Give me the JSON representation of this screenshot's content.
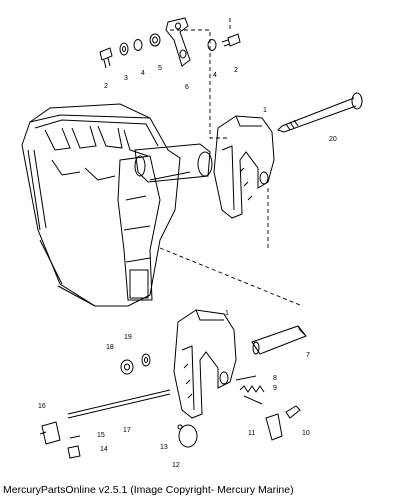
{
  "callouts": {
    "c1a": "1",
    "c1b": "1",
    "c2a": "2",
    "c2b": "2",
    "c3": "3",
    "c4a": "4",
    "c4b": "4",
    "c5": "5",
    "c6": "6",
    "c7": "7",
    "c8": "8",
    "c9": "9",
    "c10": "10",
    "c11": "11",
    "c12": "12",
    "c13": "13",
    "c14": "14",
    "c15": "15",
    "c16": "16",
    "c17": "17",
    "c18": "18",
    "c19": "19",
    "c20": "20"
  },
  "footer": "MercuryPartsOnline v2.5.1 (Image Copyright- Mercury Marine)"
}
